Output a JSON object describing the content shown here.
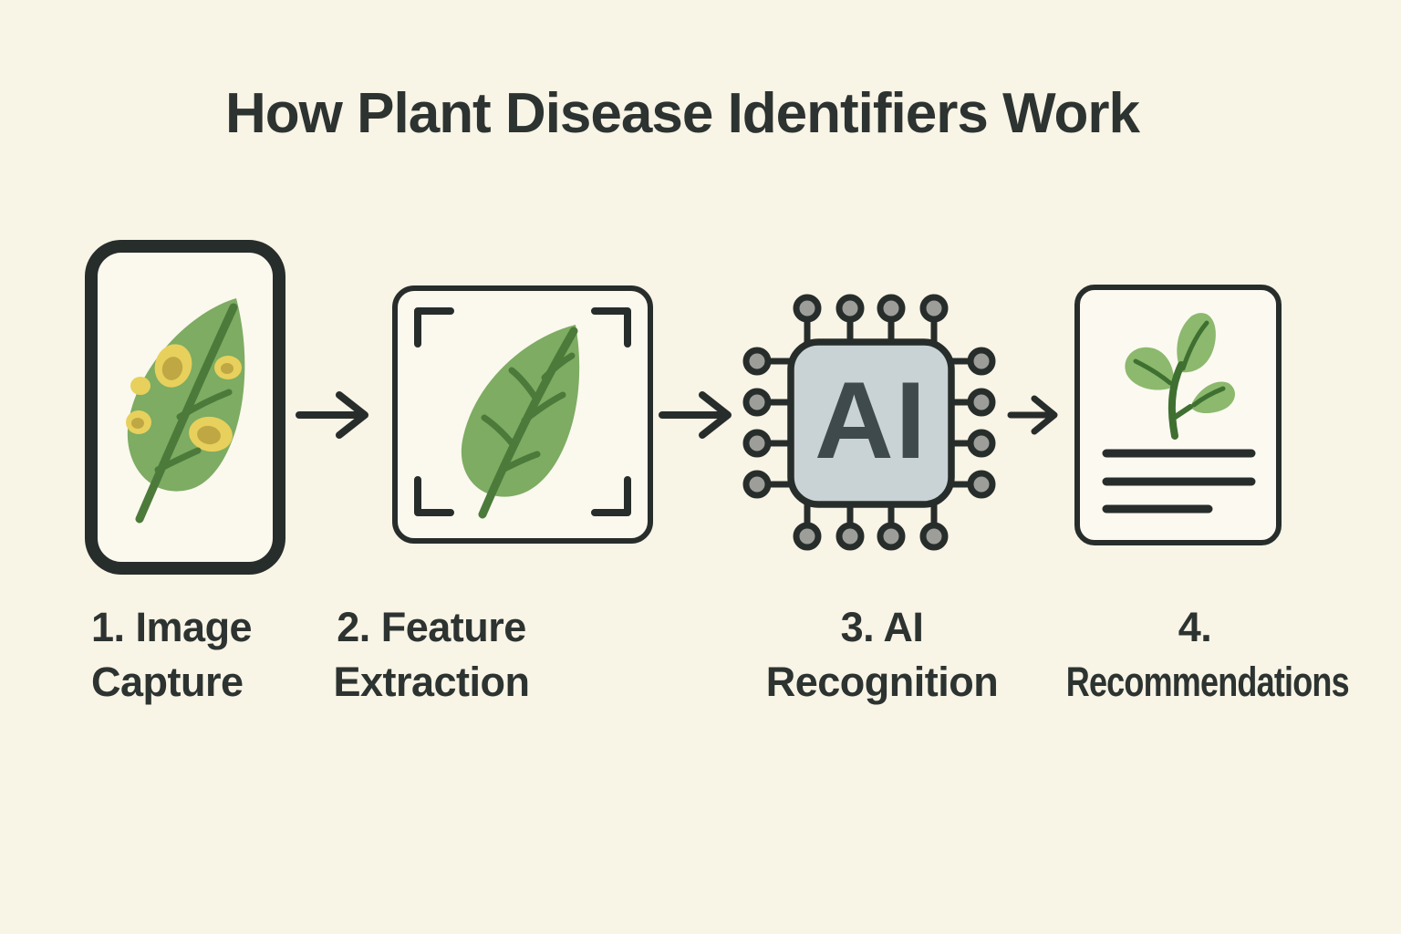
{
  "title": "How Plant Disease Identifiers Work",
  "steps": [
    {
      "label_line1": "1. Image",
      "label_line2": "Capture",
      "icon": "phone-with-diseased-leaf-icon"
    },
    {
      "label_line1": "2. Feature",
      "label_line2": "Extraction",
      "icon": "leaf-in-scan-frame-icon"
    },
    {
      "label_line1": "3. AI",
      "label_line2": "Recognition",
      "icon": "ai-chip-icon",
      "chip_text": "AI"
    },
    {
      "label_line1": "4.",
      "label_line2": "Recommendations",
      "icon": "report-document-with-sprout-icon"
    }
  ],
  "arrows": [
    {
      "icon": "arrow-right-icon"
    },
    {
      "icon": "arrow-right-icon"
    },
    {
      "icon": "arrow-right-icon"
    }
  ],
  "colors": {
    "background": "#f8f4e6",
    "panel": "#fbf8ee",
    "panel_bright": "#fcf9f1",
    "ink": "#272d2b",
    "text": "#2c3330",
    "leaf_green": "#7dac62",
    "leaf_vein": "#4c7a3a",
    "sprout_green": "#8cb96d",
    "sprout_vein": "#3f7031",
    "spot_yellow": "#e8d05c",
    "spot_core": "#bfa843",
    "chip_fill": "#c9d2d4",
    "chip_text": "#3e4a4c",
    "pin_gray": "#9d9e99"
  }
}
